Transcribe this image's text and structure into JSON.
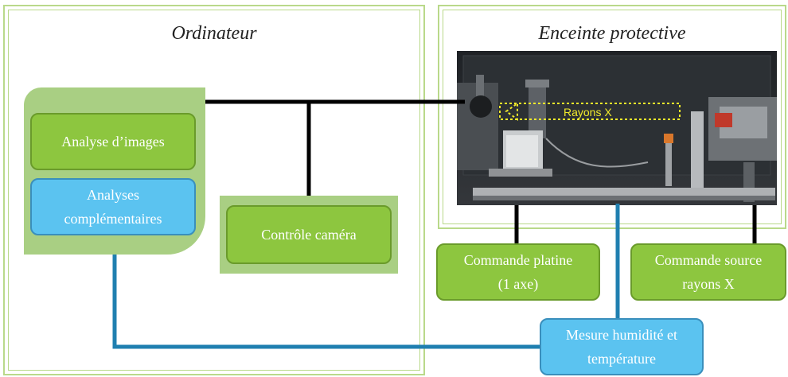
{
  "frames": {
    "ordinateur_title": "Ordinateur",
    "enceinte_title": "Enceinte protective"
  },
  "boxes": {
    "analyse_images": "Analyse  d’images",
    "analyses_complementaires_line1": "Analyses",
    "analyses_complementaires_line2": "complémentaires",
    "controle_camera": "Contrôle caméra",
    "commande_platine_line1": "Commande platine",
    "commande_platine_line2": "(1 axe)",
    "commande_source_line1": "Commande source",
    "commande_source_line2": "rayons X",
    "mesure_line1": "Mesure humidité et",
    "mesure_line2": "température"
  },
  "photo": {
    "beam_label": "Rayons X"
  },
  "colors": {
    "green_box": "#8dc63f",
    "blue_box": "#5bc3f0",
    "panel_green": "#a9cf83",
    "frame_green": "#b9d98a",
    "black_wire": "#000000",
    "blue_wire": "#1f7fb0",
    "beam_yellow": "#f2ea2a"
  }
}
